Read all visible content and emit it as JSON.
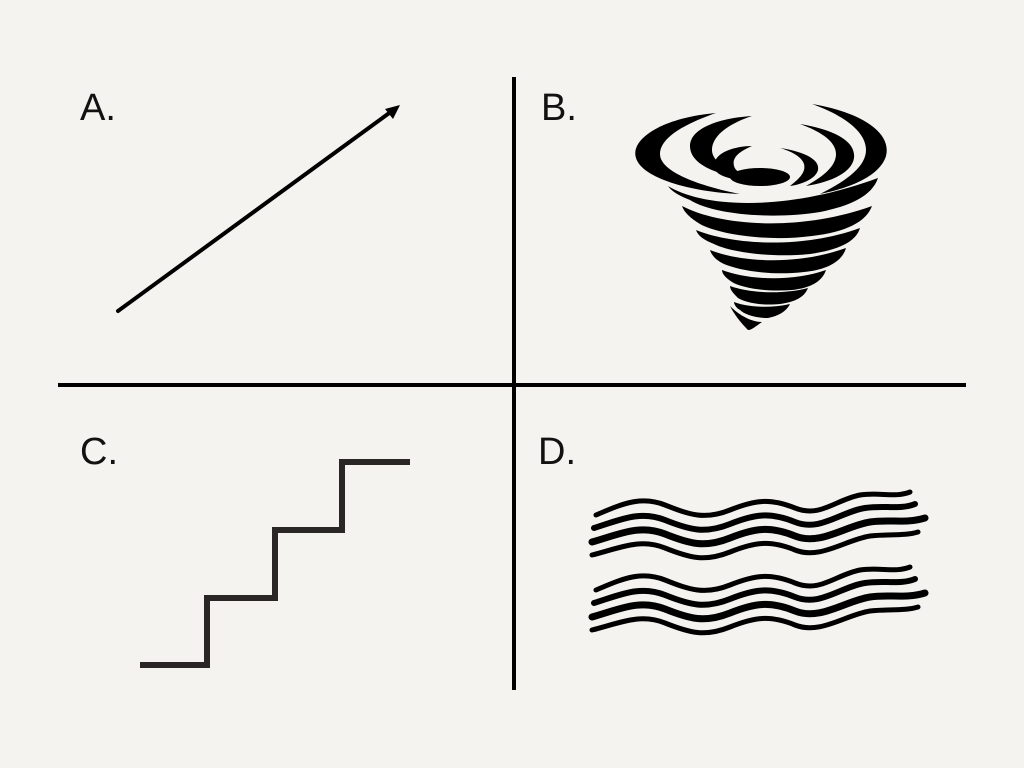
{
  "quadrants": [
    {
      "label": "A.",
      "figure": "arrow-increasing"
    },
    {
      "label": "B.",
      "figure": "tornado"
    },
    {
      "label": "C.",
      "figure": "staircase"
    },
    {
      "label": "D.",
      "figure": "waves"
    }
  ],
  "colors": {
    "background": "#f5f3ef",
    "ink": "#111111",
    "stair": "#2a2626"
  }
}
